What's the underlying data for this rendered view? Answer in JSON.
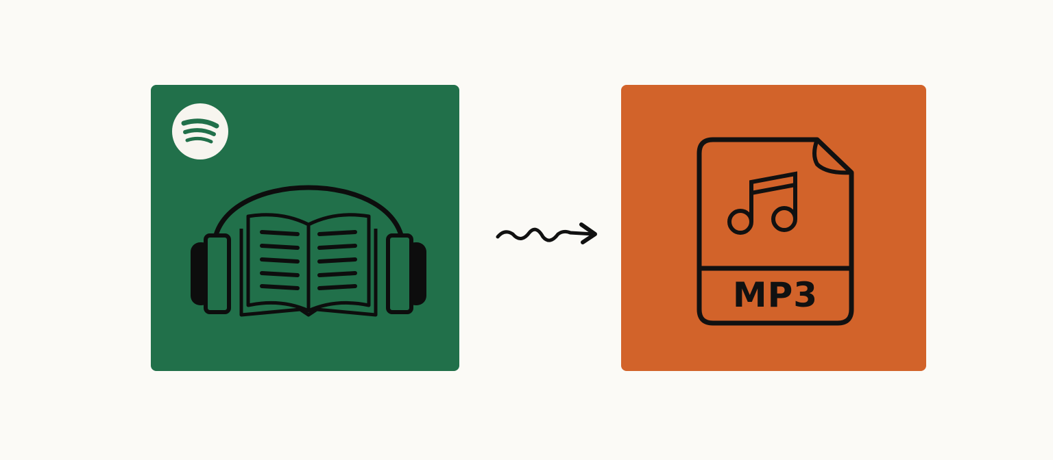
{
  "diagram": {
    "background_color": "#fbfaf6",
    "source": {
      "label": "Spotify audiobook",
      "background_color": "#21704a",
      "icons": [
        "spotify-logo-icon",
        "headphones-icon",
        "open-book-icon"
      ]
    },
    "connector": {
      "type": "squiggly-arrow",
      "direction": "left-to-right"
    },
    "target": {
      "label": "MP3",
      "background_color": "#d2632a",
      "icons": [
        "mp3-file-icon",
        "music-note-icon"
      ]
    }
  }
}
